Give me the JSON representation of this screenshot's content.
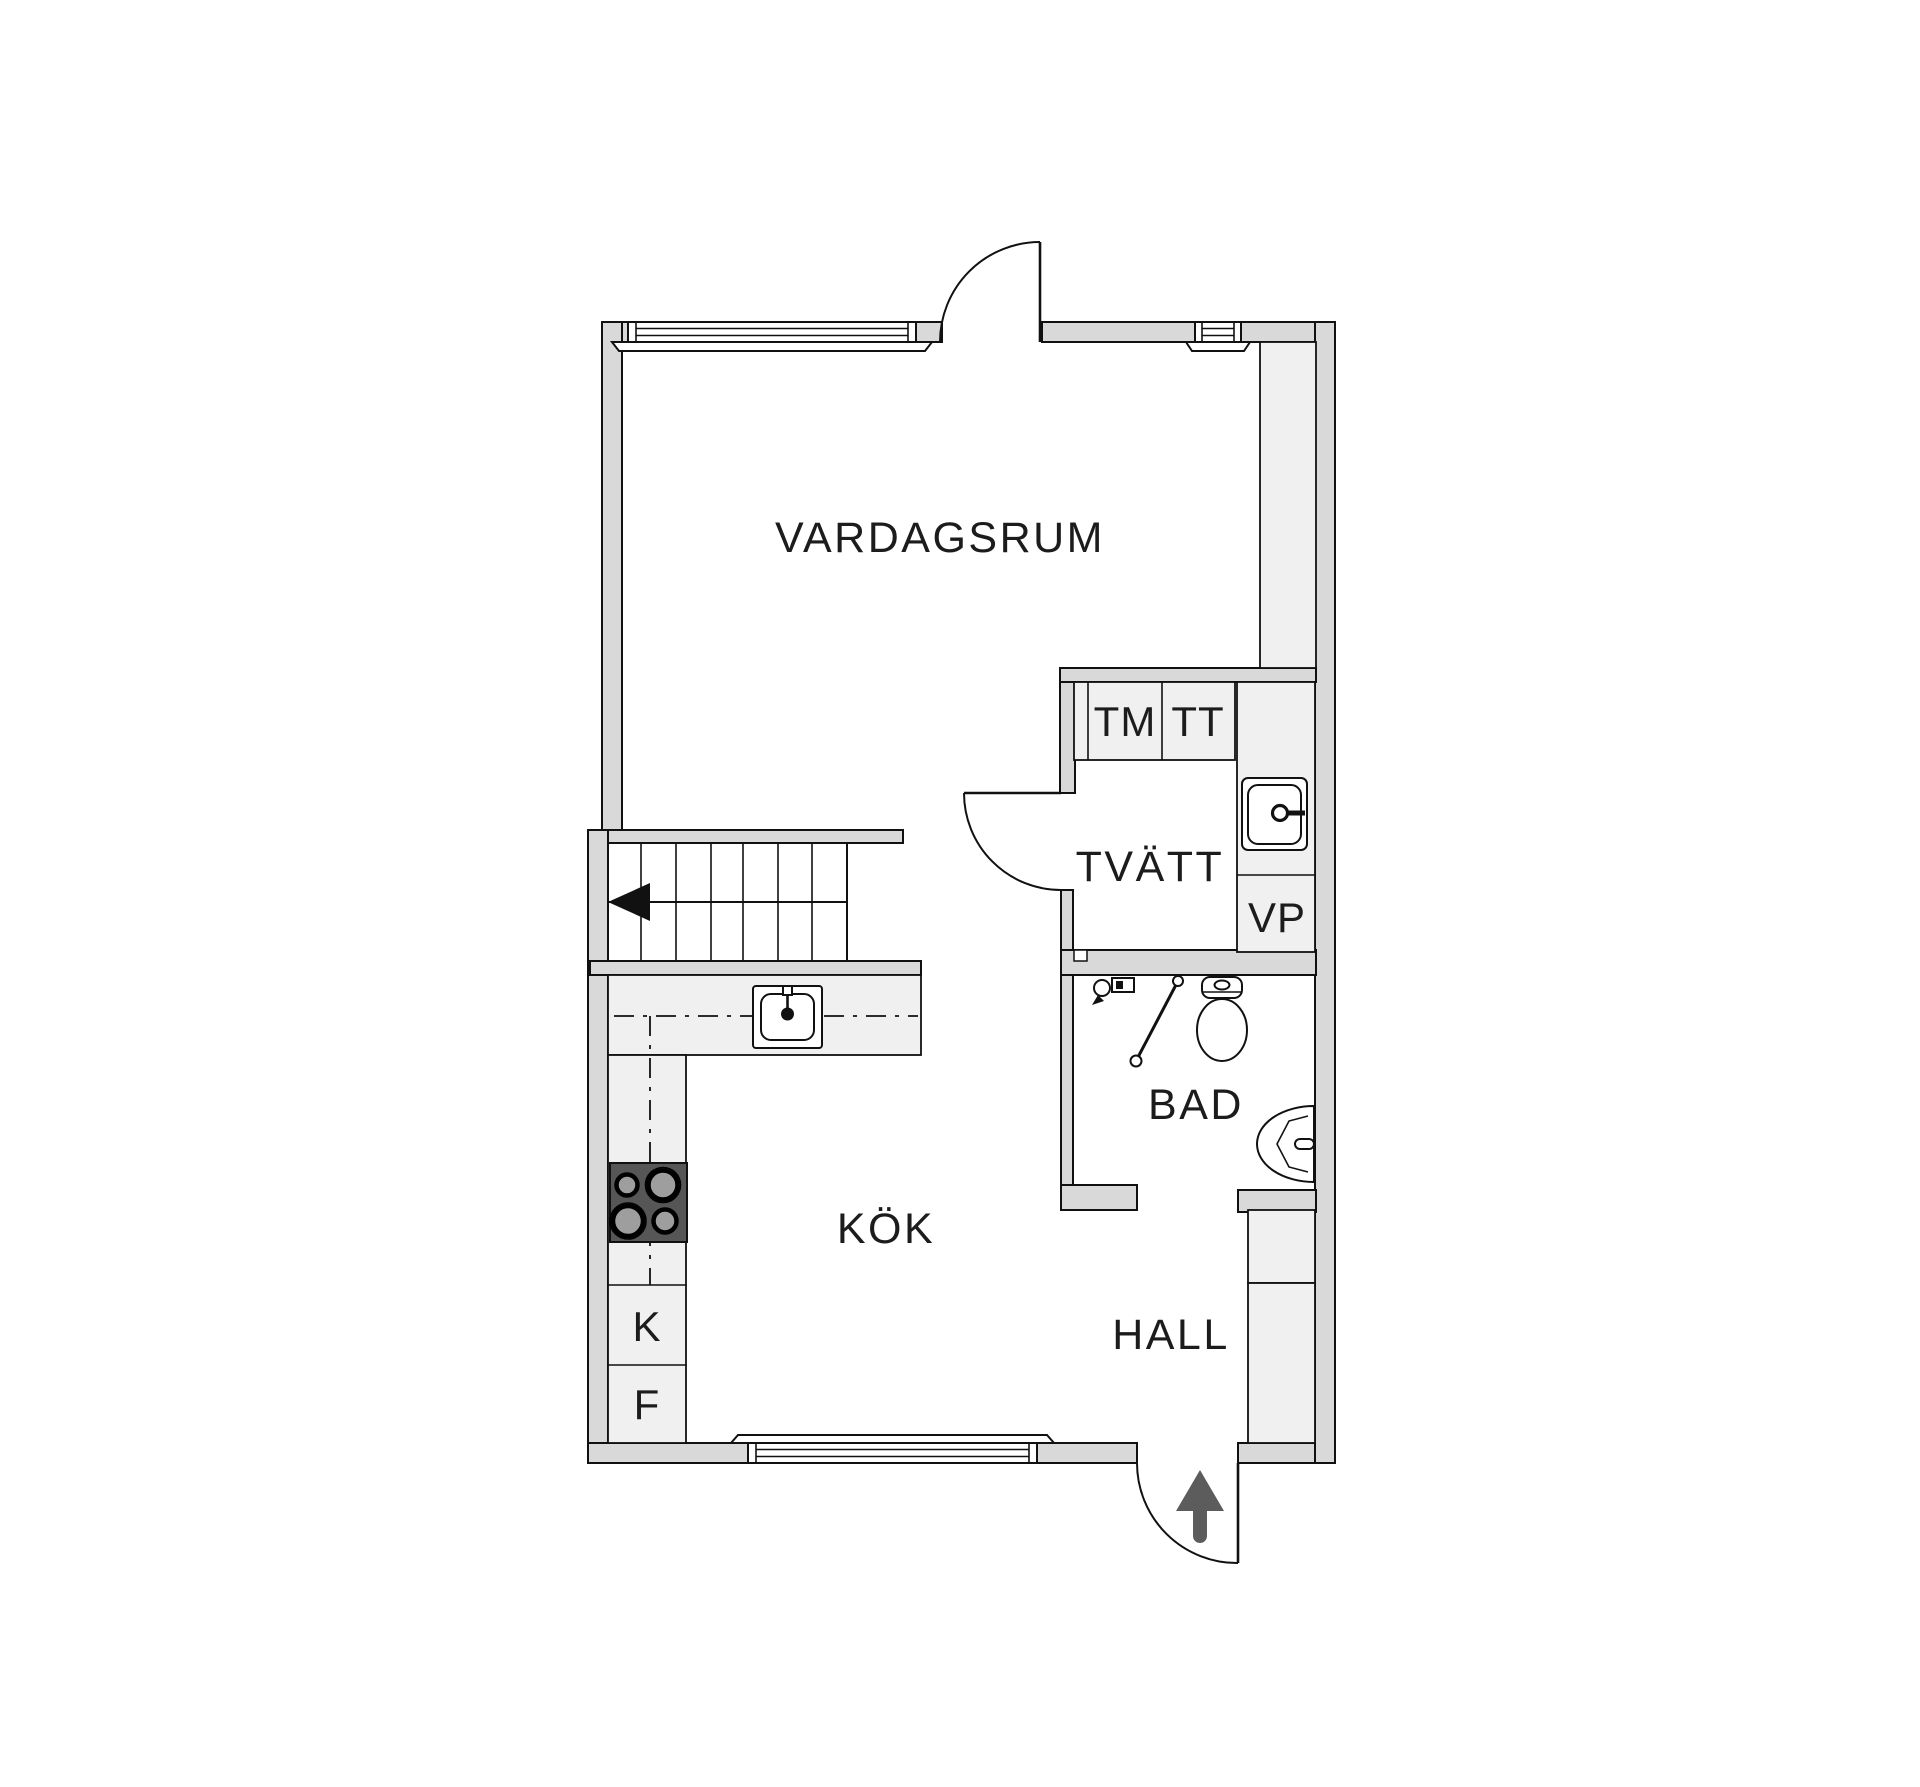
{
  "floorplan": {
    "rooms": {
      "vardagsrum": {
        "label": "VARDAGSRUM"
      },
      "tvatt": {
        "label": "TVÄTT"
      },
      "bad": {
        "label": "BAD"
      },
      "kok": {
        "label": "KÖK"
      },
      "hall": {
        "label": "HALL"
      }
    },
    "appliance_labels": {
      "tm": "TM",
      "tt": "TT",
      "vp": "VP",
      "k": "K",
      "f": "F"
    },
    "colors": {
      "background": "#ffffff",
      "wall_fill": "#d9d9d9",
      "fixture_fill": "#f0f0f0",
      "outline": "#111111",
      "stove_fill": "#565656",
      "burner_fill": "#9e9e9e",
      "entry_arrow": "#5c5c5c",
      "label_color": "#1c1c1c"
    }
  }
}
